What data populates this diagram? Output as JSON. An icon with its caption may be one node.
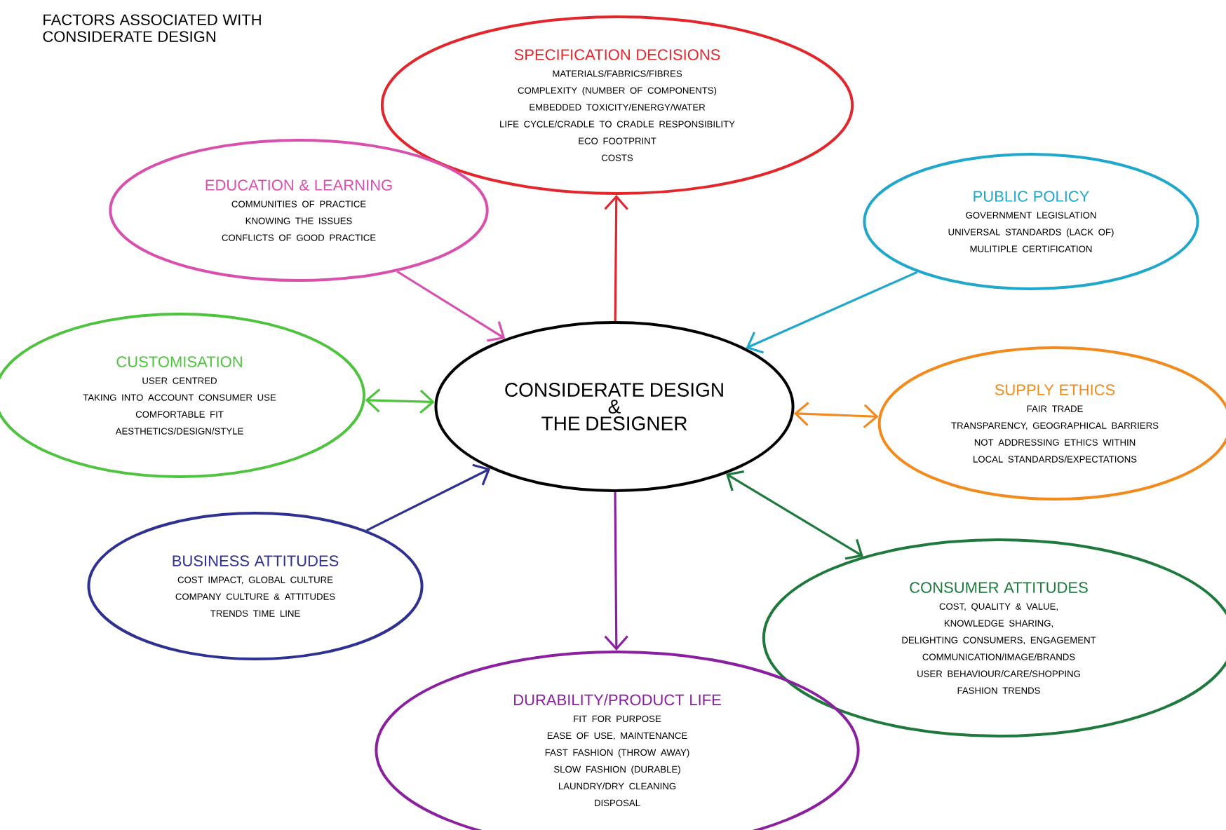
{
  "diagram": {
    "title": "FACTORS ASSOCIATED WITH CONSIDERATE DESIGN",
    "nodes": [
      {
        "text": [
          "SPECIFICATION DECISIONS",
          "MATERIALS/FABRICS/FIBRES",
          "COMPLEXITY (NUMBER OF COMPONENTS)",
          "EMBEDDED TOXICITY/ENERGY/WATER",
          "LIFE CYCLE/CRADLE TO CRADLE RESPONSIBILITY",
          "ECO FOOTPRINT",
          "COSTS"
        ]
      },
      {
        "text": [
          "EDUCATION & LEARNING",
          "COMMUNITIES OF PRACTICE",
          "KNOWING THE ISSUES",
          "CONFLICTS OF GOOD PRACTICE"
        ]
      },
      {
        "text": [
          "PUBLIC POLICY",
          "GOVERNMENT LEGISLATION",
          "UNIVERSAL STANDARDS (LACK OF)",
          "MULITIPLE CERTIFICATION"
        ]
      },
      {
        "text": [
          "CUSTOMISATION",
          "USER CENTRED",
          "TAKING INTO ACCOUNT CONSUMER USE",
          "COMFORTABLE FIT",
          "AESTHETICS/DESIGN/STYLE"
        ]
      },
      {
        "text": [
          "CONSIDERATE DESIGN",
          "&",
          "THE DESIGNER"
        ]
      },
      {
        "text": [
          "SUPPLY ETHICS",
          "FAIR TRADE",
          "TRANSPARENCY, GEOGRAPHICAL BARRIERS",
          "NOT ADDRESSING ETHICS WITHIN LOCAL STANDARDS/EXPECTATIONS"
        ]
      },
      {
        "text": [
          "BUSINESS ATTITUDES",
          "COST IMPACT, GLOBAL CULTURE",
          "COMPANY CULTURE & ATTITUDES",
          "TRENDS TIME LINE"
        ]
      },
      {
        "text": [
          "CONSUMER ATTITUDES",
          "COST, QUALITY & VALUE,",
          "KNOWLEDGE SHARING,",
          "DELIGHTING CONSUMERS, ENGAGEMENT",
          "COMMUNICATION/IMAGE/BRANDS",
          "USER BEHAVIOUR/CARE/SHOPPING",
          "FASHION TRENDS"
        ]
      },
      {
        "text": [
          "DURABILITY/PRODUCT LIFE",
          "FIT FOR PURPOSE",
          "EASE OF USE, MAINTENANCE",
          "FAST FASHION (THROW AWAY)",
          "SLOW FASHION (DURABLE)",
          "LAUNDRY/DRY CLEANING",
          "DISPOSAL"
        ]
      }
    ],
    "edges": [
      {
        "from": 4,
        "to": 0,
        "arrow": "to",
        "color": "#e3262b"
      },
      {
        "from": 1,
        "to": 4,
        "arrow": "to",
        "color": "#d84fae"
      },
      {
        "from": 2,
        "to": 4,
        "arrow": "to",
        "color": "#1fa7cc"
      },
      {
        "from": 3,
        "to": 4,
        "arrow": "both",
        "color": "#4ec33d"
      },
      {
        "from": 4,
        "to": 5,
        "arrow": "both",
        "color": "#f28a1c"
      },
      {
        "from": 6,
        "to": 4,
        "arrow": "to",
        "color": "#2e3192"
      },
      {
        "from": 4,
        "to": 8,
        "arrow": "to",
        "color": "#8a1fa0"
      },
      {
        "from": 4,
        "to": 7,
        "arrow": "both",
        "color": "#1e7a3c"
      }
    ]
  }
}
